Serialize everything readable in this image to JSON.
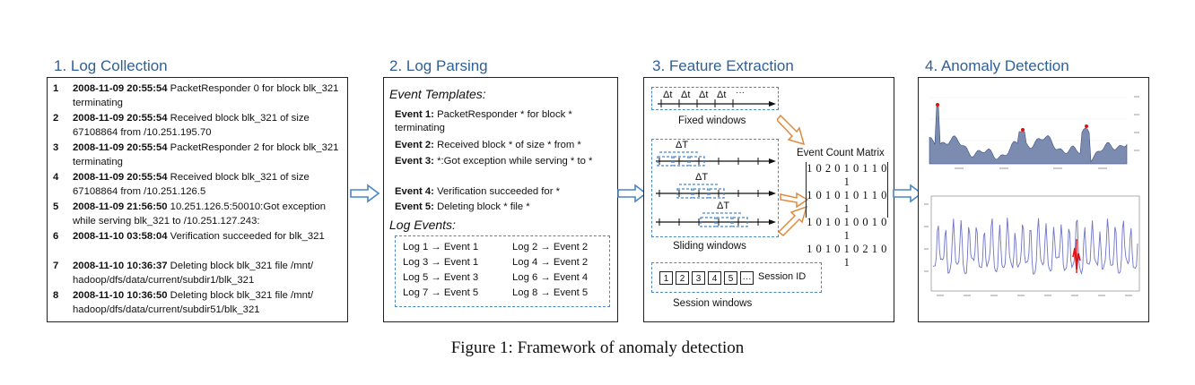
{
  "titles": [
    "1. Log Collection",
    "2. Log Parsing",
    "3. Feature Extraction",
    "4. Anomaly Detection"
  ],
  "logs": [
    {
      "num": "1",
      "ts": "2008-11-09 20:55:54",
      "text": " PacketResponder 0 for block blk_321 terminating"
    },
    {
      "num": "2",
      "ts": "2008-11-09 20:55:54",
      "text": " Received block blk_321 of size 67108864 from /10.251.195.70"
    },
    {
      "num": "3",
      "ts": "2008-11-09 20:55:54",
      "text": " PacketResponder 2 for block blk_321 terminating"
    },
    {
      "num": "4",
      "ts": "2008-11-09 20:55:54",
      "text": " Received block blk_321 of size 67108864 from /10.251.126.5"
    },
    {
      "num": "5",
      "ts": "2008-11-09 21:56:50",
      "text": " 10.251.126.5:50010:Got exception while serving  blk_321 to /10.251.127.243:"
    },
    {
      "num": "6",
      "ts": "2008-11-10 03:58:04",
      "text": " Verification succeeded for blk_321"
    },
    {
      "num": "7",
      "ts": "2008-11-10 10:36:37",
      "text": " Deleting block blk_321 file /mnt/ hadoop/dfs/data/current/subdir1/blk_321"
    },
    {
      "num": "8",
      "ts": "2008-11-10 10:36:50",
      "text": " Deleting block blk_321 file /mnt/ hadoop/dfs/data/current/subdir51/blk_321"
    }
  ],
  "parsing": {
    "templates_heading": "Event Templates:",
    "templates": [
      {
        "label": "Event 1:",
        "text": " PacketResponder * for block * terminating"
      },
      {
        "label": "Event 2:",
        "text": " Received block * of size * from *"
      },
      {
        "label": "Event 3:",
        "text": " *:Got exception while serving * to *"
      },
      {
        "label": "Event 4:",
        "text": " Verification succeeded for *"
      },
      {
        "label": "Event 5:",
        "text": " Deleting block * file *"
      }
    ],
    "events_heading": "Log Events:",
    "events": [
      {
        "log": "Log 1",
        "event": "Event 1"
      },
      {
        "log": "Log 2",
        "event": "Event 2"
      },
      {
        "log": "Log 3",
        "event": "Event 1"
      },
      {
        "log": "Log 4",
        "event": "Event 2"
      },
      {
        "log": "Log 5",
        "event": "Event 3"
      },
      {
        "log": "Log 6",
        "event": "Event 4"
      },
      {
        "log": "Log 7",
        "event": "Event 5"
      },
      {
        "log": "Log 8",
        "event": "Event 5"
      }
    ]
  },
  "features": {
    "delta_t": "Δt",
    "ellipsis": "···",
    "fixed_label": "Fixed windows",
    "big_delta_t": "ΔT",
    "sliding_label": "Sliding windows",
    "matrix_title": "Event Count Matrix",
    "matrix_rows": [
      "1 0 2 0 1 0 1 1 0 1",
      "1 0 1 0 1 0 1 1 0 1",
      "1 0 1 0 1 0 0 1 0 1",
      "1 0 1 0 1 0 2 1 0 1"
    ],
    "session_cells": [
      "1",
      "2",
      "3",
      "4",
      "5",
      "···"
    ],
    "session_id_label": "Session ID",
    "session_label": "Session windows"
  },
  "caption": "Figure 1: Framework of anomaly detection",
  "colors": {
    "title": "#2f5f95",
    "dash_blue": "#4a86c5",
    "arrow_orange": "#e08a3c",
    "chart_fill": "#5b6f9c",
    "chart_line": "#6f74c8",
    "anomaly_red": "#e01010"
  }
}
